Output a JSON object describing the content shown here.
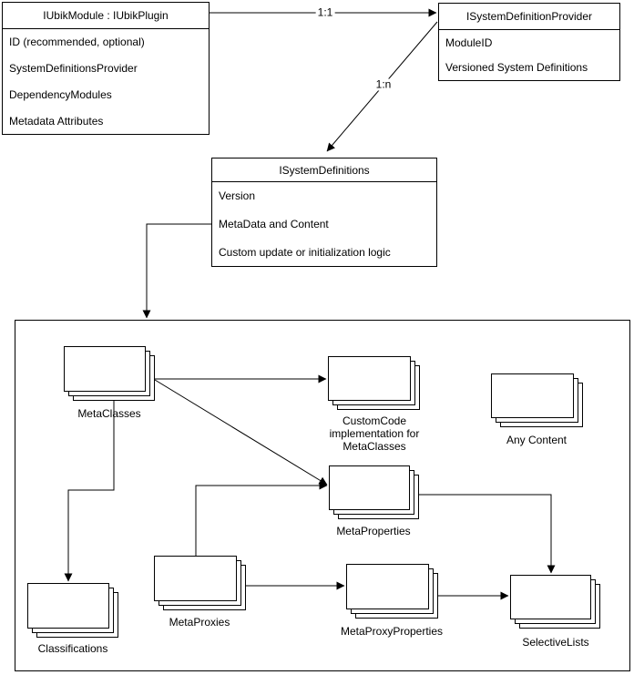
{
  "colors": {
    "stroke": "#000000",
    "background": "#ffffff"
  },
  "classes": {
    "iubik_module": {
      "title": "IUbikModule : IUbikPlugin",
      "rows": [
        "ID (recommended, optional)",
        "SystemDefinitionsProvider",
        "DependencyModules",
        "Metadata Attributes"
      ]
    },
    "system_definition_provider": {
      "title": "ISystemDefinitionProvider",
      "rows": [
        "ModuleID",
        "Versioned System Definitions"
      ]
    },
    "system_definitions": {
      "title": "ISystemDefinitions",
      "rows": [
        "Version",
        "MetaData and Content",
        "Custom update or initialization logic"
      ]
    }
  },
  "stacks": {
    "meta_classes": {
      "label": "MetaClasses"
    },
    "custom_code": {
      "label": "CustomCode implementation for MetaClasses"
    },
    "any_content": {
      "label": "Any Content"
    },
    "meta_properties": {
      "label": "MetaProperties"
    },
    "classifications": {
      "label": "Classifications"
    },
    "meta_proxies": {
      "label": "MetaProxies"
    },
    "meta_proxy_properties": {
      "label": "MetaProxyProperties"
    },
    "selective_lists": {
      "label": "SelectiveLists"
    }
  },
  "edges": {
    "module_to_provider": "1:1",
    "provider_to_definitions": "1:n"
  }
}
